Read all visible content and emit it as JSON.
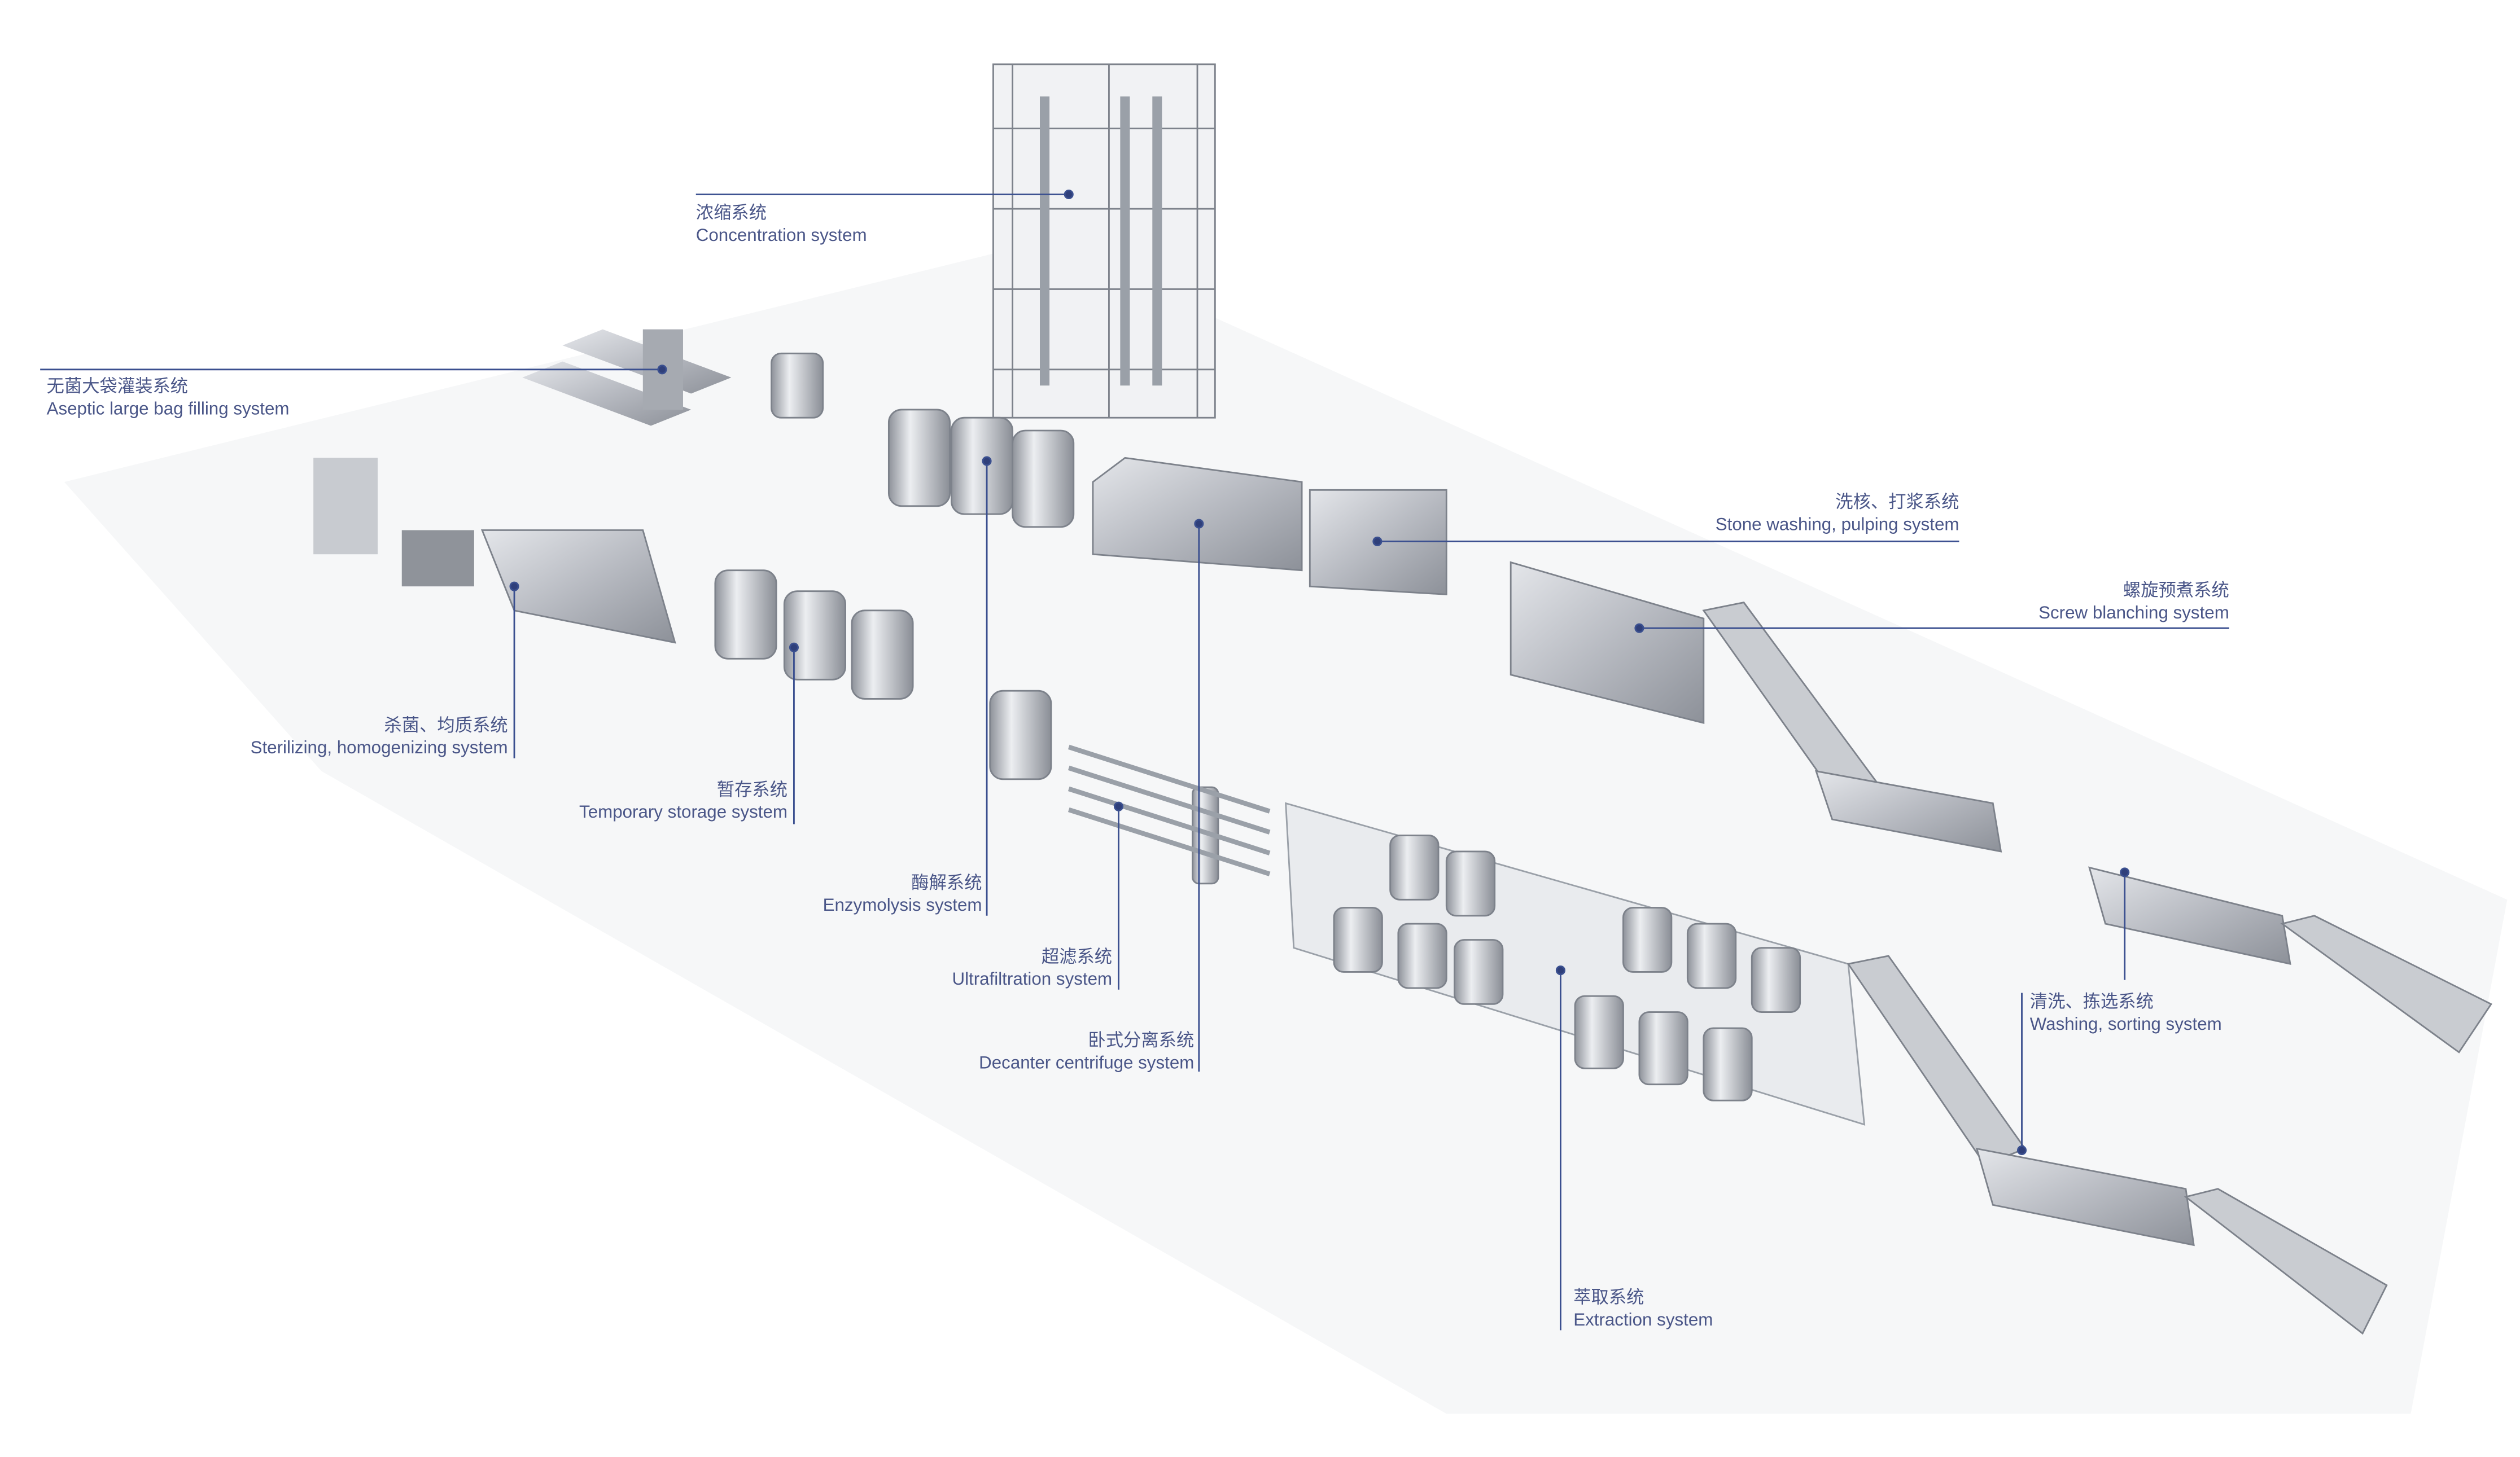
{
  "colors": {
    "leader": "#3a4f8f",
    "text": "#4a5688",
    "machine": "#b9bcc2"
  },
  "labels": {
    "concentration": {
      "cn": "浓缩系统",
      "en": "Concentration system"
    },
    "aseptic": {
      "cn": "无菌大袋灌装系统",
      "en": "Aseptic large bag filling system"
    },
    "stone": {
      "cn": "洗核、打浆系统",
      "en": "Stone washing, pulping system"
    },
    "screw": {
      "cn": "螺旋预煮系统",
      "en": "Screw blanching system"
    },
    "sterilizing": {
      "cn": "杀菌、均质系统",
      "en": "Sterilizing, homogenizing system"
    },
    "temporary": {
      "cn": "暂存系统",
      "en": "Temporary storage system"
    },
    "enzymolysis": {
      "cn": "酶解系统",
      "en": "Enzymolysis system"
    },
    "ultrafiltration": {
      "cn": "超滤系统",
      "en": "Ultrafiltration system"
    },
    "decanter": {
      "cn": "卧式分离系统",
      "en": "Decanter centrifuge system"
    },
    "washing": {
      "cn": "清洗、拣选系统",
      "en": "Washing, sorting system"
    },
    "extraction": {
      "cn": "萃取系统",
      "en": "Extraction system"
    }
  }
}
